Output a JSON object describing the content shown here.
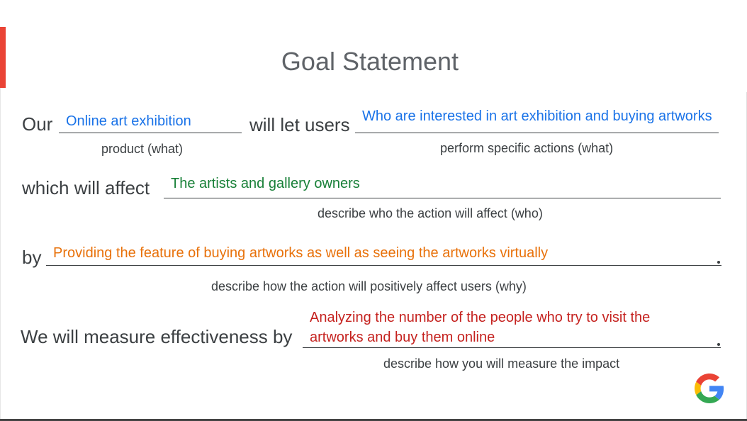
{
  "slide": {
    "title": "Goal Statement",
    "accent_color": "#ea4335",
    "logo_icon": "google-g-icon"
  },
  "row1": {
    "our_label": "Our",
    "product_value": "Online art exhibition",
    "product_hint": "product (what)",
    "will_let_users_label": "will let users",
    "actions_value": "Who are interested in art exhibition and buying artworks",
    "actions_hint": "perform specific actions (what)"
  },
  "row2": {
    "affect_label": "which will affect",
    "affect_value": "The artists and gallery owners",
    "affect_hint": "describe who the action will affect (who)"
  },
  "row3": {
    "by_label": "by",
    "by_value": "Providing the feature of buying artworks as well as seeing the artworks virtually",
    "by_hint": "describe how the action will positively affect users (why)"
  },
  "row4": {
    "measure_label": "We will measure effectiveness by",
    "measure_value_line1": "Analyzing the number of the people who try to visit the",
    "measure_value_line2": "artworks and buy them online",
    "measure_hint": "describe how you will measure the impact"
  }
}
